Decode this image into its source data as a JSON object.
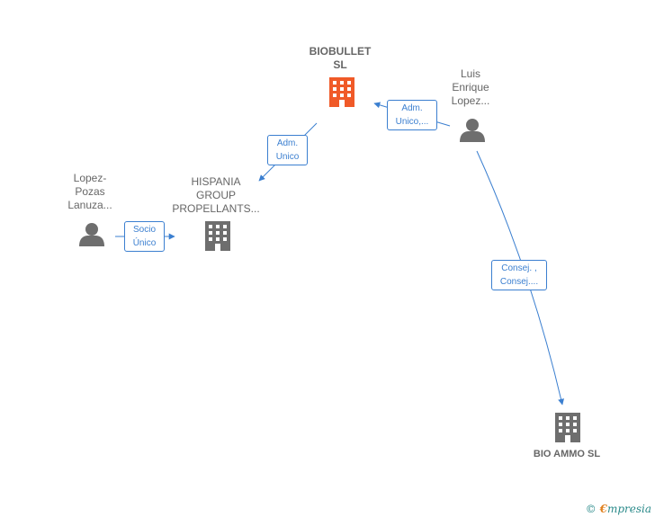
{
  "colors": {
    "edge": "#3b7fd0",
    "company_highlight": "#f05a28",
    "company": "#6e6e6e",
    "person": "#6e6e6e"
  },
  "nodes": {
    "biobullet": {
      "label": "BIOBULLET\nSL",
      "icon": "building-icon"
    },
    "luis": {
      "label": "Luis\nEnrique\nLopez...",
      "icon": "person-icon"
    },
    "hispania": {
      "label": "HISPANIA\nGROUP\nPROPELLANTS...",
      "icon": "building-icon"
    },
    "lopez_pozas": {
      "label": "Lopez-\nPozas\nLanuza...",
      "icon": "person-icon"
    },
    "bio_ammo": {
      "label": "BIO AMMO  SL",
      "icon": "building-icon"
    }
  },
  "edges": {
    "luis_biobullet": "Adm.\nUnico,...",
    "biobullet_hispania": "Adm.\nUnico",
    "lopez_hispania": "Socio\nÚnico",
    "luis_bioammo": "Consej. ,\nConsej...."
  },
  "brand": {
    "copyright": "©",
    "e": "€",
    "name": "mpresia"
  }
}
